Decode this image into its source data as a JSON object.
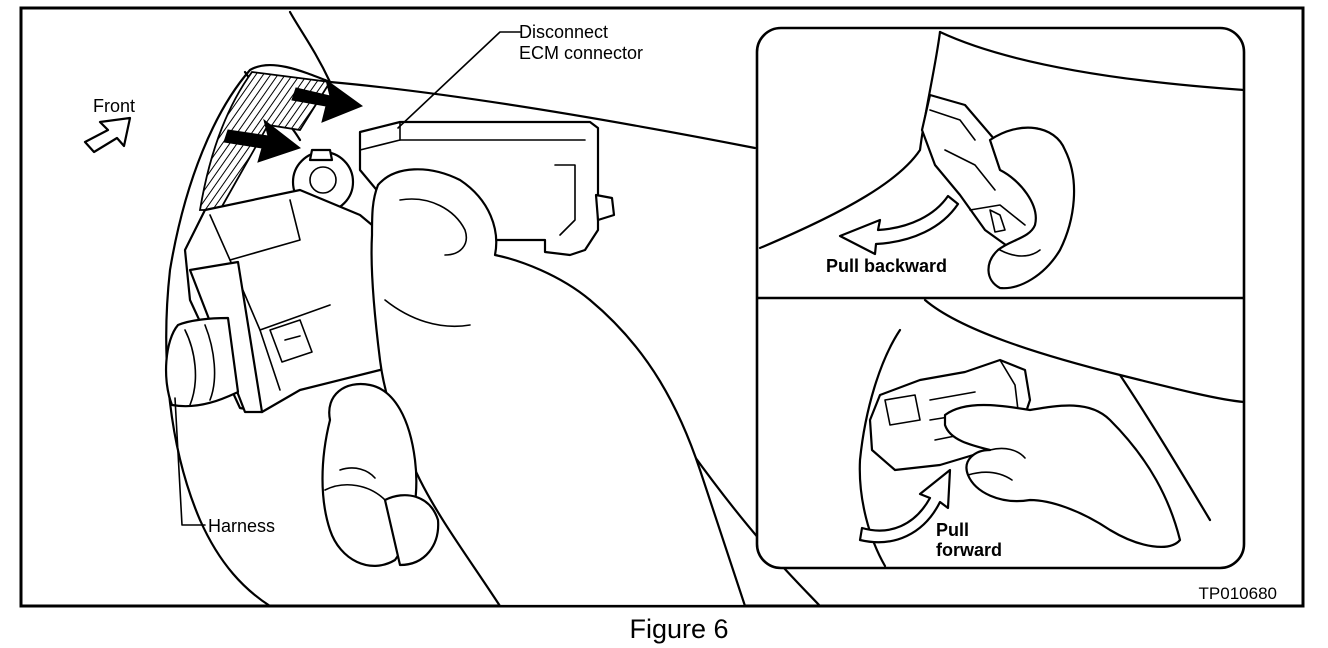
{
  "labels": {
    "front": "Front",
    "disconnect_line1": "Disconnect",
    "disconnect_line2": "ECM connector",
    "harness": "Harness",
    "pull_backward": "Pull backward",
    "pull_forward_line1": "Pull",
    "pull_forward_line2": "forward",
    "figure_code": "TP010680",
    "caption": "Figure 6"
  },
  "colors": {
    "ink": "#000000",
    "paper": "#ffffff"
  },
  "icons": {
    "direction_arrow": "hollow-arrow-up-right",
    "action_arrows": "solid-black-arrows",
    "pull_arrows": "curved-hollow-arrow"
  }
}
